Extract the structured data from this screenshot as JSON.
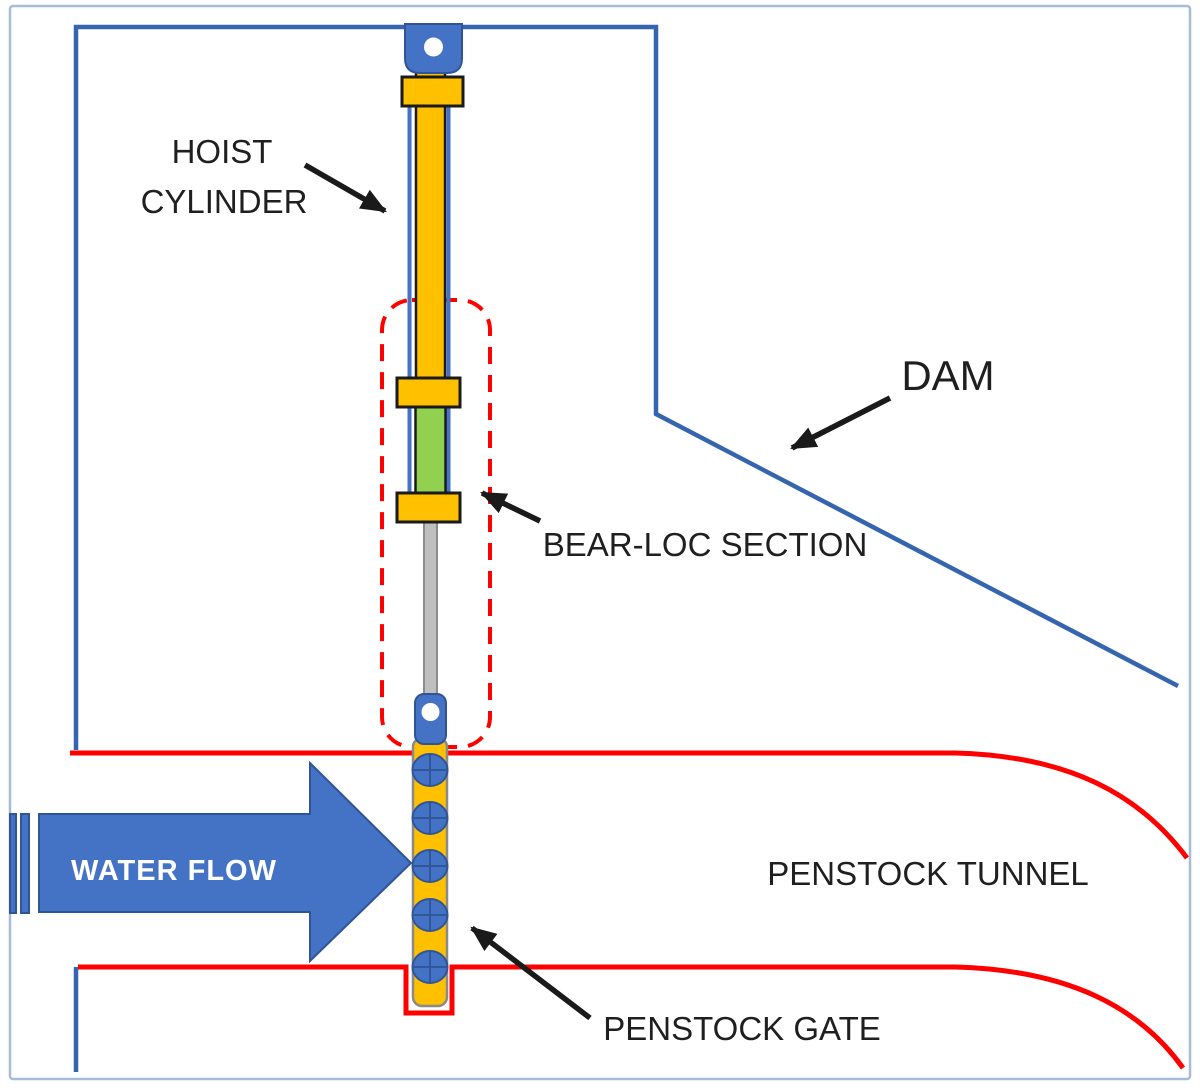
{
  "labels": {
    "hoist_cylinder": [
      "HOIST",
      "CYLINDER"
    ],
    "dam": "DAM",
    "bear_loc_section": "BEAR-LOC SECTION",
    "water_flow": "WATER FLOW",
    "penstock_tunnel": "PENSTOCK TUNNEL",
    "penstock_gate": "PENSTOCK GATE"
  },
  "colors": {
    "page_border": "#A5BBD6",
    "structure_blue": "#3465AE",
    "component_blue": "#4472C4",
    "component_blue_dark": "#2F5597",
    "tunnel_red": "#FF0000",
    "cylinder_orange": "#FFC000",
    "bearloc_green": "#92D050",
    "rod_gray": "#BFBFBF",
    "rod_gray_dark": "#8C8C8C",
    "gate_outline": "#8A8A8A",
    "outline_black": "#1A1A1A",
    "label_text": "#1F1F1F",
    "water_flow_text": "#FFFFFF"
  }
}
